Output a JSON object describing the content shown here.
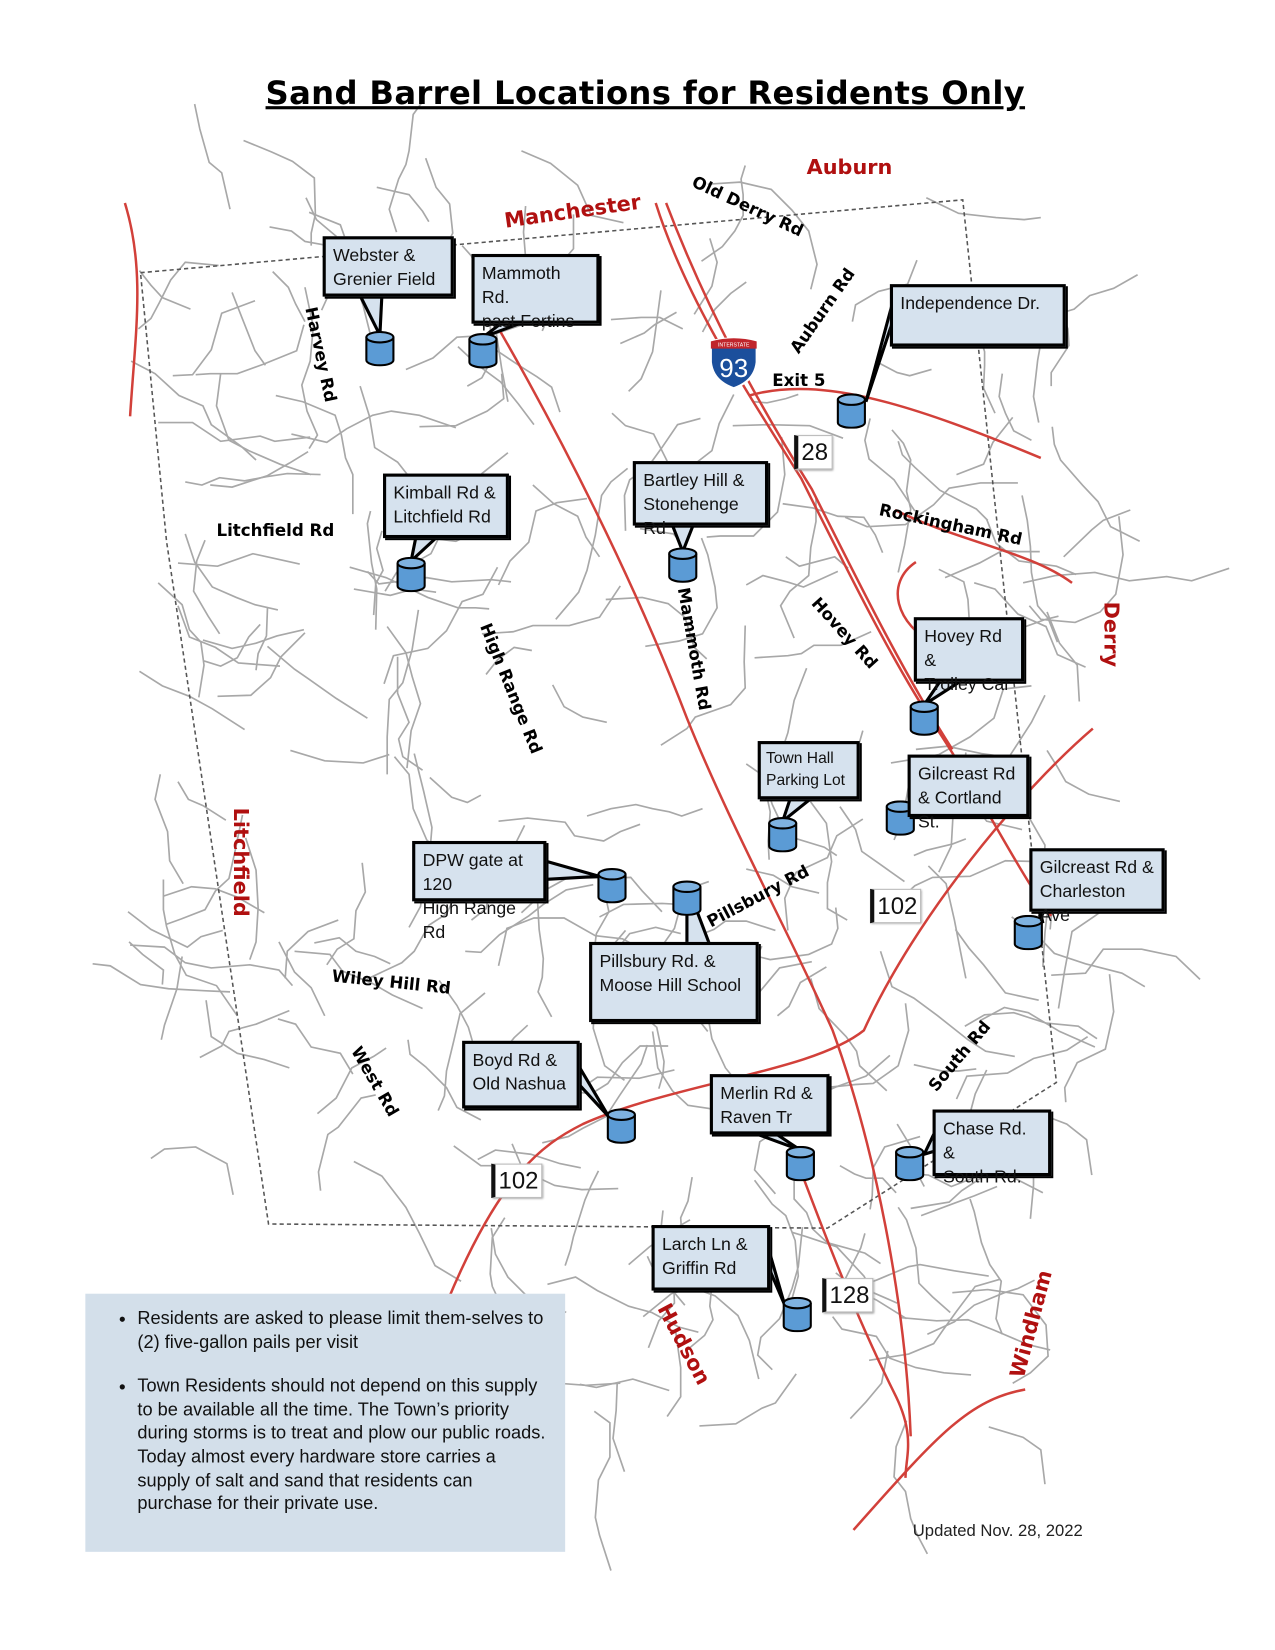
{
  "title": "Sand Barrel Locations for Residents Only",
  "towns": {
    "manchester": "Manchester",
    "auburn": "Auburn",
    "derry": "Derry",
    "litchfield": "Litchfield",
    "hudson": "Hudson",
    "windham": "Windham"
  },
  "roads": {
    "old_derry": "Old Derry Rd",
    "auburn": "Auburn Rd",
    "harvey": "Harvey Rd",
    "exit5": "Exit 5",
    "rockingham": "Rockingham Rd",
    "litchfield": "Litchfield Rd",
    "high_range": "High Range Rd",
    "mammoth": "Mammoth Rd",
    "hovey": "Hovey Rd",
    "pillsbury": "Pillsbury Rd",
    "wiley_hill": "Wiley  Hill Rd",
    "west": "West Rd",
    "south": "South Rd"
  },
  "shields": {
    "i93_top": "INTERSTATE",
    "i93": "93",
    "r28": "28",
    "r102a": "102",
    "r102b": "102",
    "r128": "128"
  },
  "locations": [
    {
      "label": "Webster &\nGrenier Field"
    },
    {
      "label": "Mammoth Rd.\npast Fortins"
    },
    {
      "label": "Independence Dr."
    },
    {
      "label": "Kimball Rd &\nLitchfield Rd"
    },
    {
      "label": "Bartley Hill &\nStonehenge Rd"
    },
    {
      "label": "Hovey Rd &\nTrolley Car"
    },
    {
      "label": "Town Hall\nParking Lot"
    },
    {
      "label": "Gilcreast Rd\n& Cortland St."
    },
    {
      "label": "DPW gate at 120\nHigh Range Rd"
    },
    {
      "label": "Pillsbury Rd. &\nMoose Hill School"
    },
    {
      "label": "Gilcreast Rd &\nCharleston Ave"
    },
    {
      "label": "Boyd Rd &\nOld Nashua"
    },
    {
      "label": "Merlin Rd &\nRaven Tr"
    },
    {
      "label": "Chase Rd. &\nSouth Rd."
    },
    {
      "label": "Larch Ln &\nGriffin Rd"
    }
  ],
  "notes": [
    "Residents are asked to please limit them-selves to (2) five-gallon pails per visit",
    "Town Residents should not depend on this supply to be available all the time.  The Town’s priority during storms is to treat and plow our public roads.  Today almost every hardware store carries a supply of salt and sand that residents can purchase for their private use."
  ],
  "updated": "Updated Nov. 28, 2022",
  "colors": {
    "barrel": "#5b9bd5",
    "callout": "#d6e2ee",
    "town_label": "#b01010",
    "main_road": "#d2403a",
    "local_road": "#a8a8a8",
    "info_box": "#d3dfea"
  }
}
